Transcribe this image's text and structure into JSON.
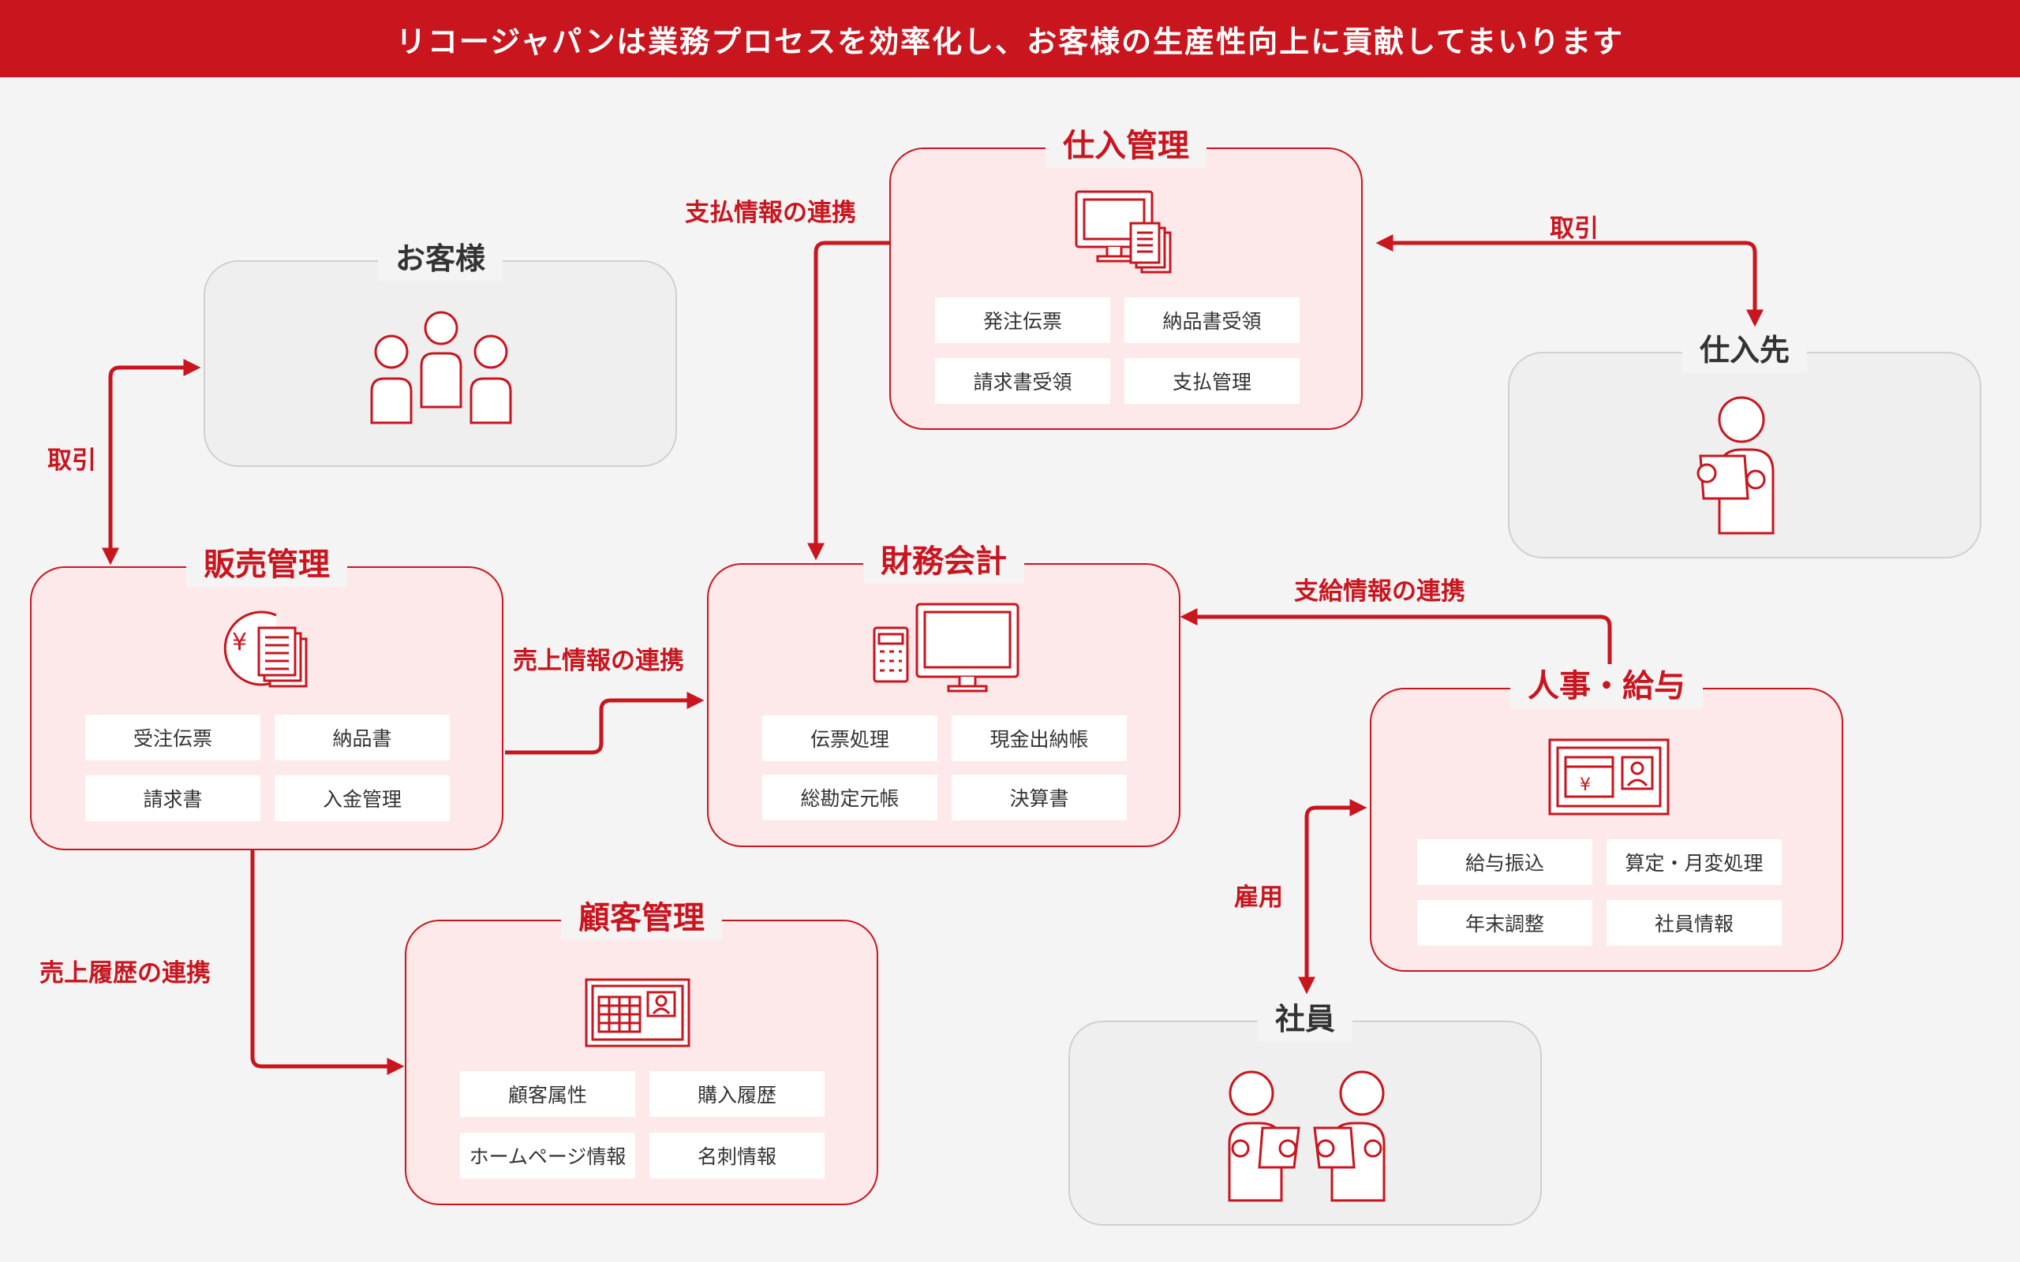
{
  "banner": "リコージャパンは業務プロセスを効率化し、お客様の生産性向上に貢献してまいります",
  "colors": {
    "accent": "#c9151e",
    "module_bg": "#fde9ea",
    "party_bg": "#efefef"
  },
  "modules": {
    "purchase": {
      "title": "仕入管理",
      "icon": "monitor-documents-icon",
      "items": [
        "発注伝票",
        "納品書受領",
        "請求書受領",
        "支払管理"
      ]
    },
    "sales": {
      "title": "販売管理",
      "icon": "yen-documents-icon",
      "items": [
        "受注伝票",
        "納品書",
        "請求書",
        "入金管理"
      ]
    },
    "accounting": {
      "title": "財務会計",
      "icon": "calculator-monitor-icon",
      "items": [
        "伝票処理",
        "現金出納帳",
        "総勘定元帳",
        "決算書"
      ]
    },
    "hr": {
      "title": "人事・給与",
      "icon": "payslip-icon",
      "items": [
        "給与振込",
        "算定・月変処理",
        "年末調整",
        "社員情報"
      ]
    },
    "customer_mgmt": {
      "title": "顧客管理",
      "icon": "customer-card-icon",
      "items": [
        "顧客属性",
        "購入履歴",
        "ホームページ情報",
        "名刺情報"
      ]
    }
  },
  "parties": {
    "customers": {
      "title": "お客様",
      "icon": "group-people-icon"
    },
    "suppliers": {
      "title": "仕入先",
      "icon": "person-clipboard-icon"
    },
    "employees": {
      "title": "社員",
      "icon": "two-people-icon"
    }
  },
  "links": {
    "payment_info": "支払情報の連携",
    "supplier_trade": "取引",
    "customer_trade": "取引",
    "sales_info": "売上情報の連携",
    "salary_info": "支給情報の連携",
    "employment": "雇用",
    "sales_history": "売上履歴の連携"
  }
}
